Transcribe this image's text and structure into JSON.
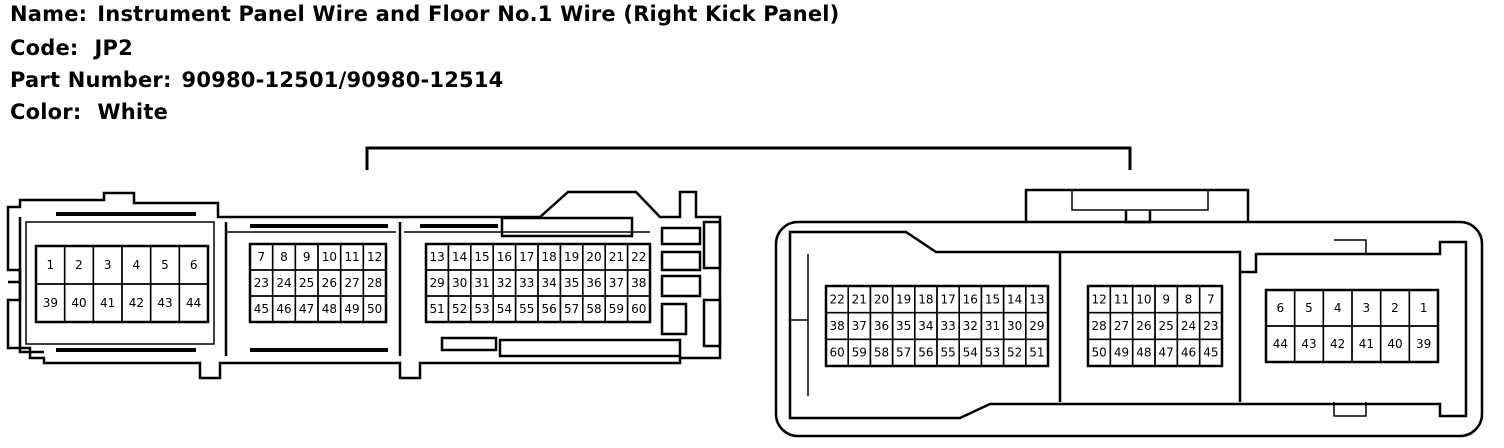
{
  "header": {
    "name_label": "Name:",
    "name_value": "Instrument Panel Wire and Floor No.1 Wire (Right Kick Panel)",
    "code_label": "Code:",
    "code_value": "JP2",
    "part_label": "Part Number:",
    "part_value": "90980-12501/90980-12514",
    "color_label": "Color:",
    "color_value": "White"
  },
  "connector_left": {
    "section_a": [
      [
        "1",
        "2",
        "3",
        "4",
        "5",
        "6"
      ],
      [
        "39",
        "40",
        "41",
        "42",
        "43",
        "44"
      ]
    ],
    "section_b": [
      [
        "7",
        "8",
        "9",
        "10",
        "11",
        "12"
      ],
      [
        "23",
        "24",
        "25",
        "26",
        "27",
        "28"
      ],
      [
        "45",
        "46",
        "47",
        "48",
        "49",
        "50"
      ]
    ],
    "section_c": [
      [
        "13",
        "14",
        "15",
        "16",
        "17",
        "18",
        "19",
        "20",
        "21",
        "22"
      ],
      [
        "29",
        "30",
        "31",
        "32",
        "33",
        "34",
        "35",
        "36",
        "37",
        "38"
      ],
      [
        "51",
        "52",
        "53",
        "54",
        "55",
        "56",
        "57",
        "58",
        "59",
        "60"
      ]
    ]
  },
  "connector_right": {
    "section_a": [
      [
        "22",
        "21",
        "20",
        "19",
        "18",
        "17",
        "16",
        "15",
        "14",
        "13"
      ],
      [
        "38",
        "37",
        "36",
        "35",
        "34",
        "33",
        "32",
        "31",
        "30",
        "29"
      ],
      [
        "60",
        "59",
        "58",
        "57",
        "56",
        "55",
        "54",
        "53",
        "52",
        "51"
      ]
    ],
    "section_b": [
      [
        "12",
        "11",
        "10",
        "9",
        "8",
        "7"
      ],
      [
        "28",
        "27",
        "26",
        "25",
        "24",
        "23"
      ],
      [
        "50",
        "49",
        "48",
        "47",
        "46",
        "45"
      ]
    ],
    "section_c": [
      [
        "6",
        "5",
        "4",
        "3",
        "2",
        "1"
      ],
      [
        "44",
        "43",
        "42",
        "41",
        "40",
        "39"
      ]
    ]
  }
}
